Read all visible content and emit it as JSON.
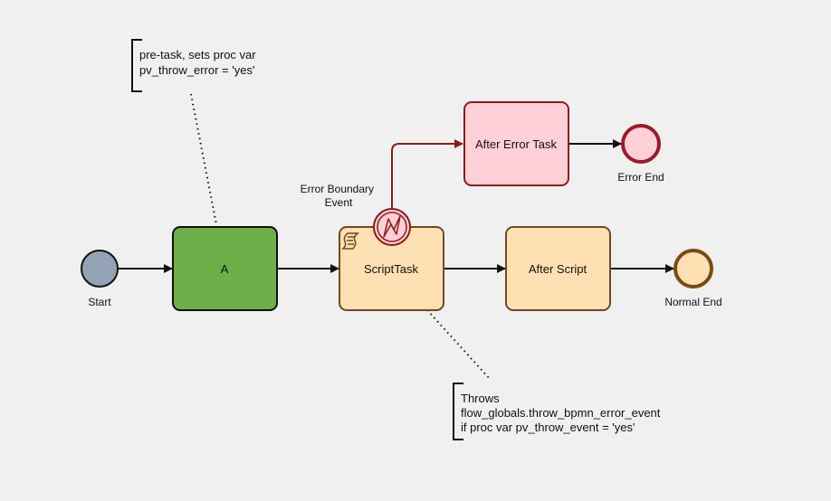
{
  "nodes": {
    "start": {
      "label": "Start"
    },
    "task_a": {
      "label": "A"
    },
    "script_task": {
      "label": "ScriptTask"
    },
    "after_script": {
      "label": "After Script"
    },
    "after_error_task": {
      "label": "After Error Task"
    },
    "normal_end": {
      "label": "Normal End"
    },
    "error_end": {
      "label": "Error End"
    },
    "error_boundary": {
      "label_line1": "Error Boundary",
      "label_line2": "Event"
    }
  },
  "annotations": {
    "pre_task": {
      "line1": "pre-task, sets proc var",
      "line2": "pv_throw_error = 'yes'"
    },
    "throws": {
      "line1": "Throws",
      "line2": "flow_globals.throw_bpmn_error_event",
      "line3": "if proc var pv_throw_event = 'yes'"
    }
  },
  "colors": {
    "start_fill": "#93a2b5",
    "task_a_fill": "#6faf4a",
    "task_fill": "#ffe0b2",
    "task_stroke": "#6d4a1e",
    "error_fill": "#ffd0d8",
    "error_stroke": "#8b1c1c",
    "end_normal_stroke": "#7a4a12",
    "end_error_stroke": "#9b1b2a"
  }
}
